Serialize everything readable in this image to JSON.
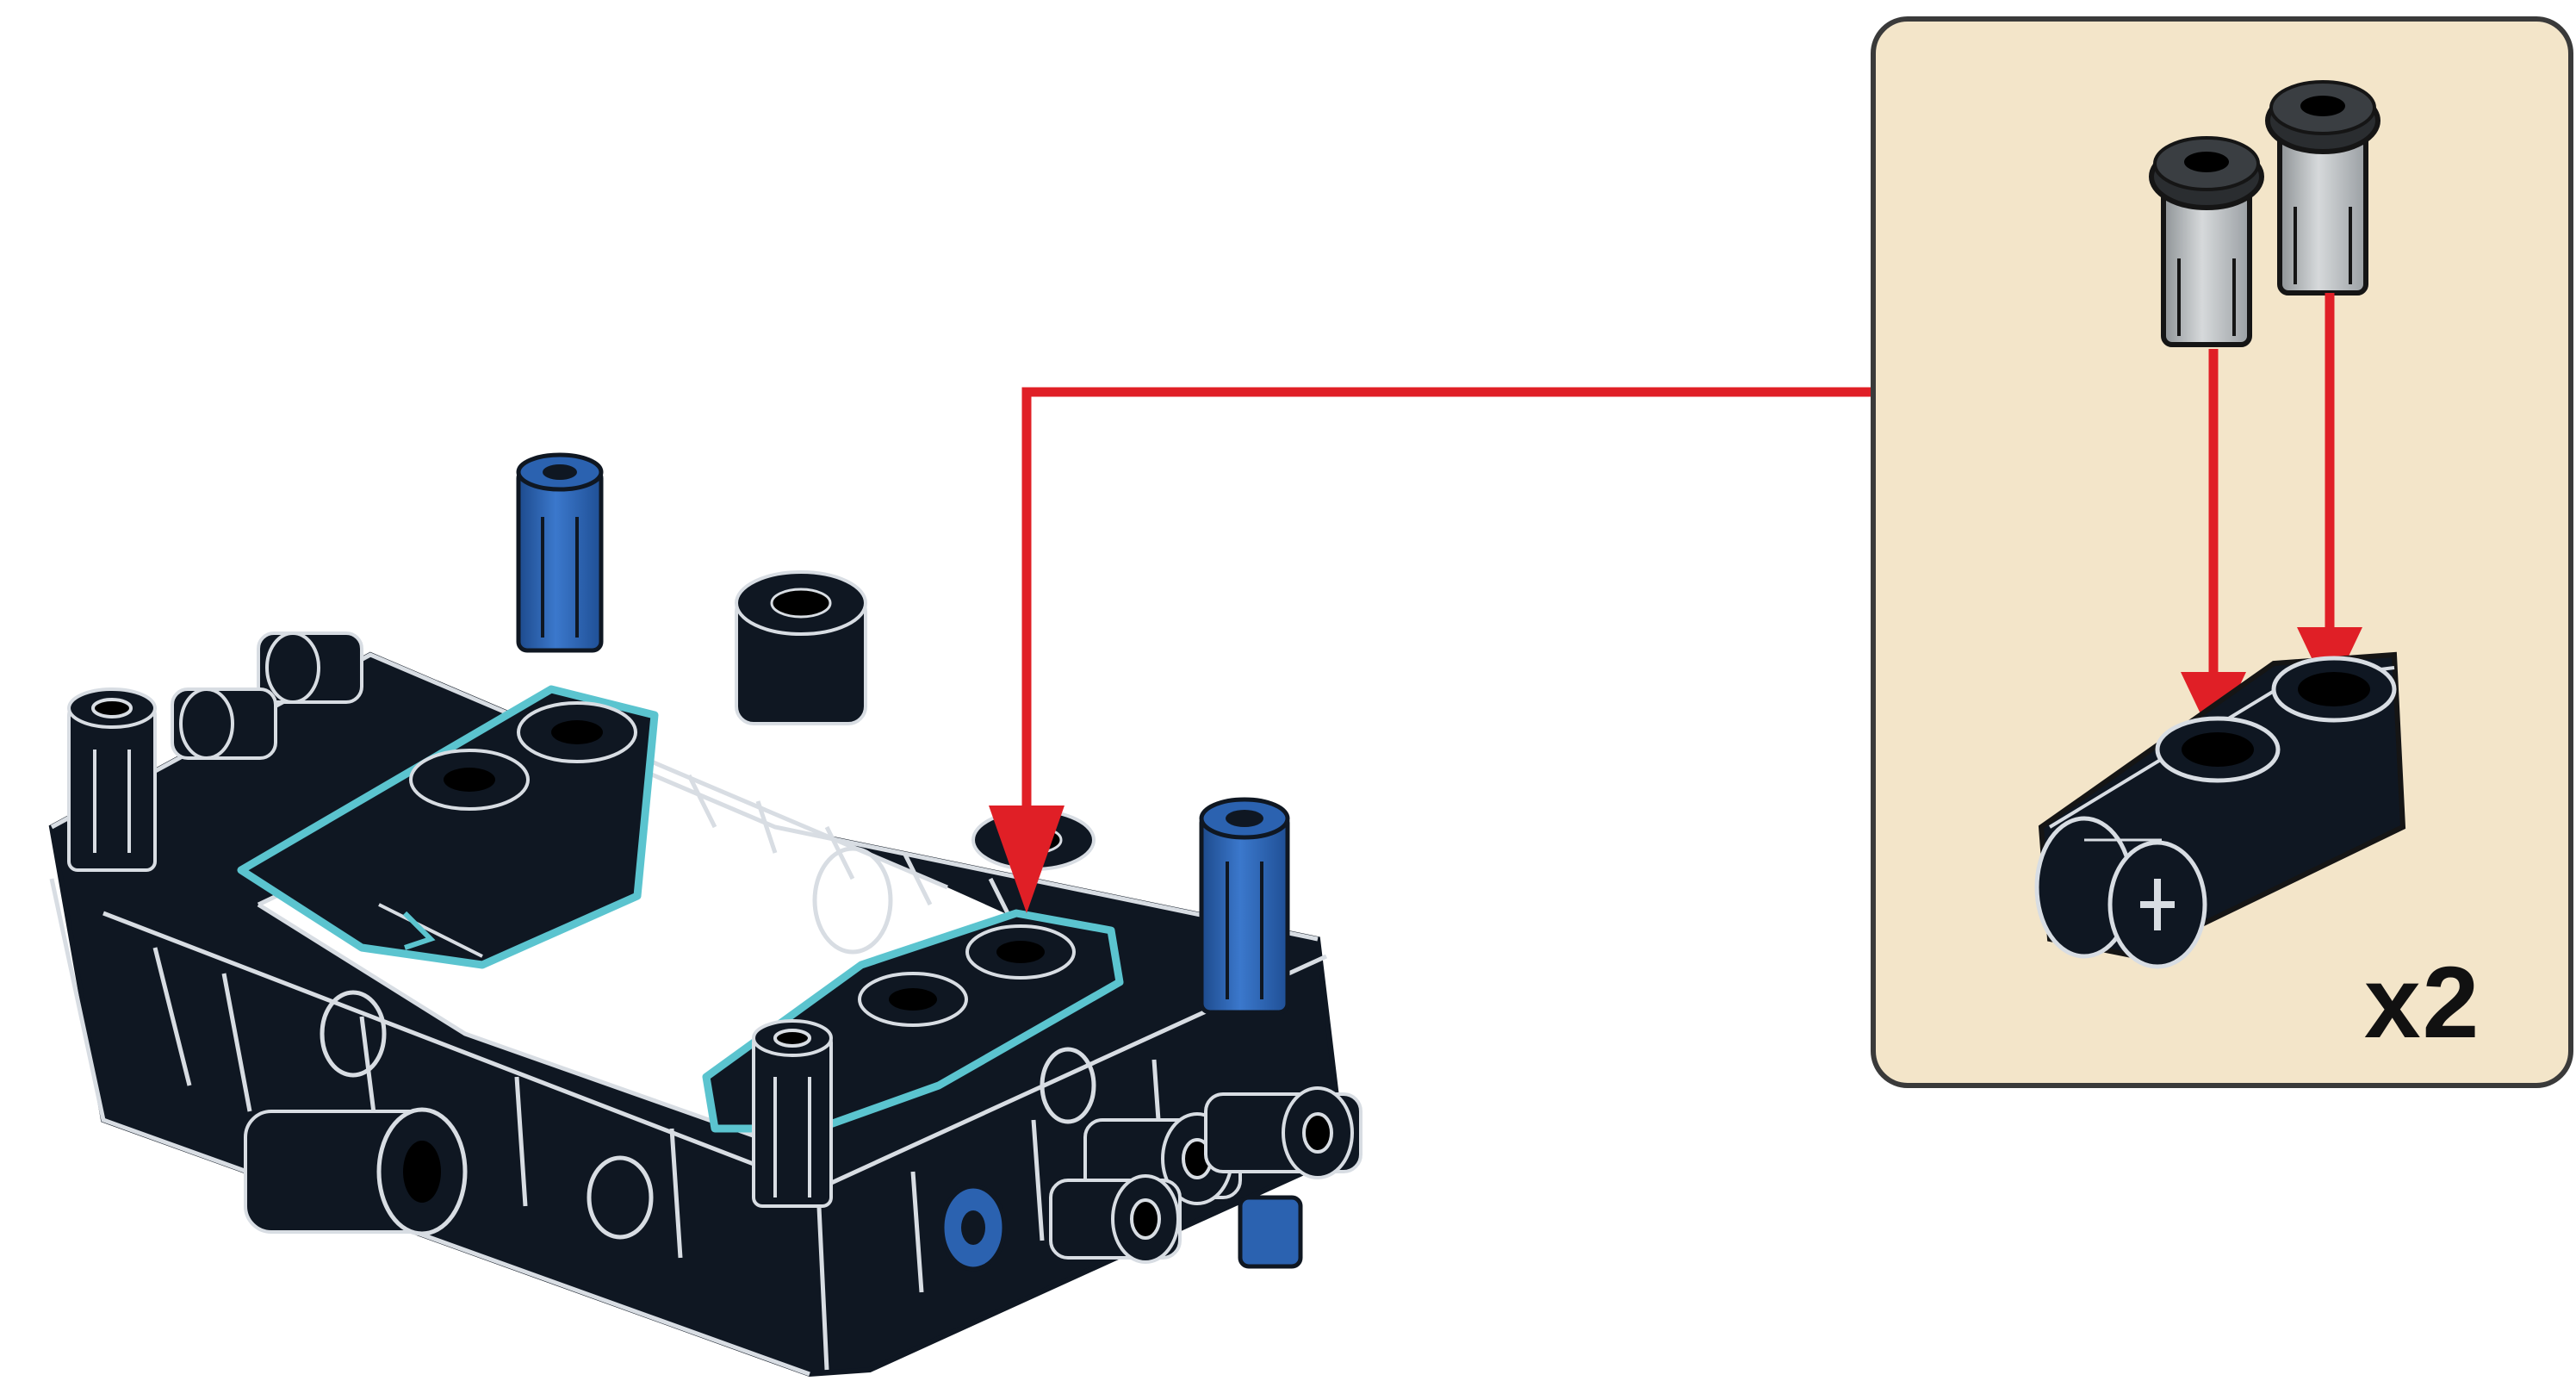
{
  "step": {
    "callout": {
      "quantity_label": "x2",
      "parts": [
        {
          "name": "friction-pin",
          "color": "grey"
        },
        {
          "name": "friction-pin",
          "color": "grey"
        },
        {
          "name": "double-pin-connector-beam",
          "color": "black"
        }
      ]
    },
    "model": {
      "name": "frame-assembly",
      "highlighted_parts": [
        "double-pin-connector-beam",
        "double-pin-connector-beam"
      ]
    }
  },
  "colors": {
    "callout_background": "#f3e5c9",
    "callout_border": "#3a3a3a",
    "arrow": "#e01f26",
    "highlight_outline": "#5bc4cf",
    "part_black": "#0f1722",
    "part_edge": "#d8dde3",
    "pin_blue": "#2b62b0",
    "pin_grey": "#b8bcc0"
  }
}
